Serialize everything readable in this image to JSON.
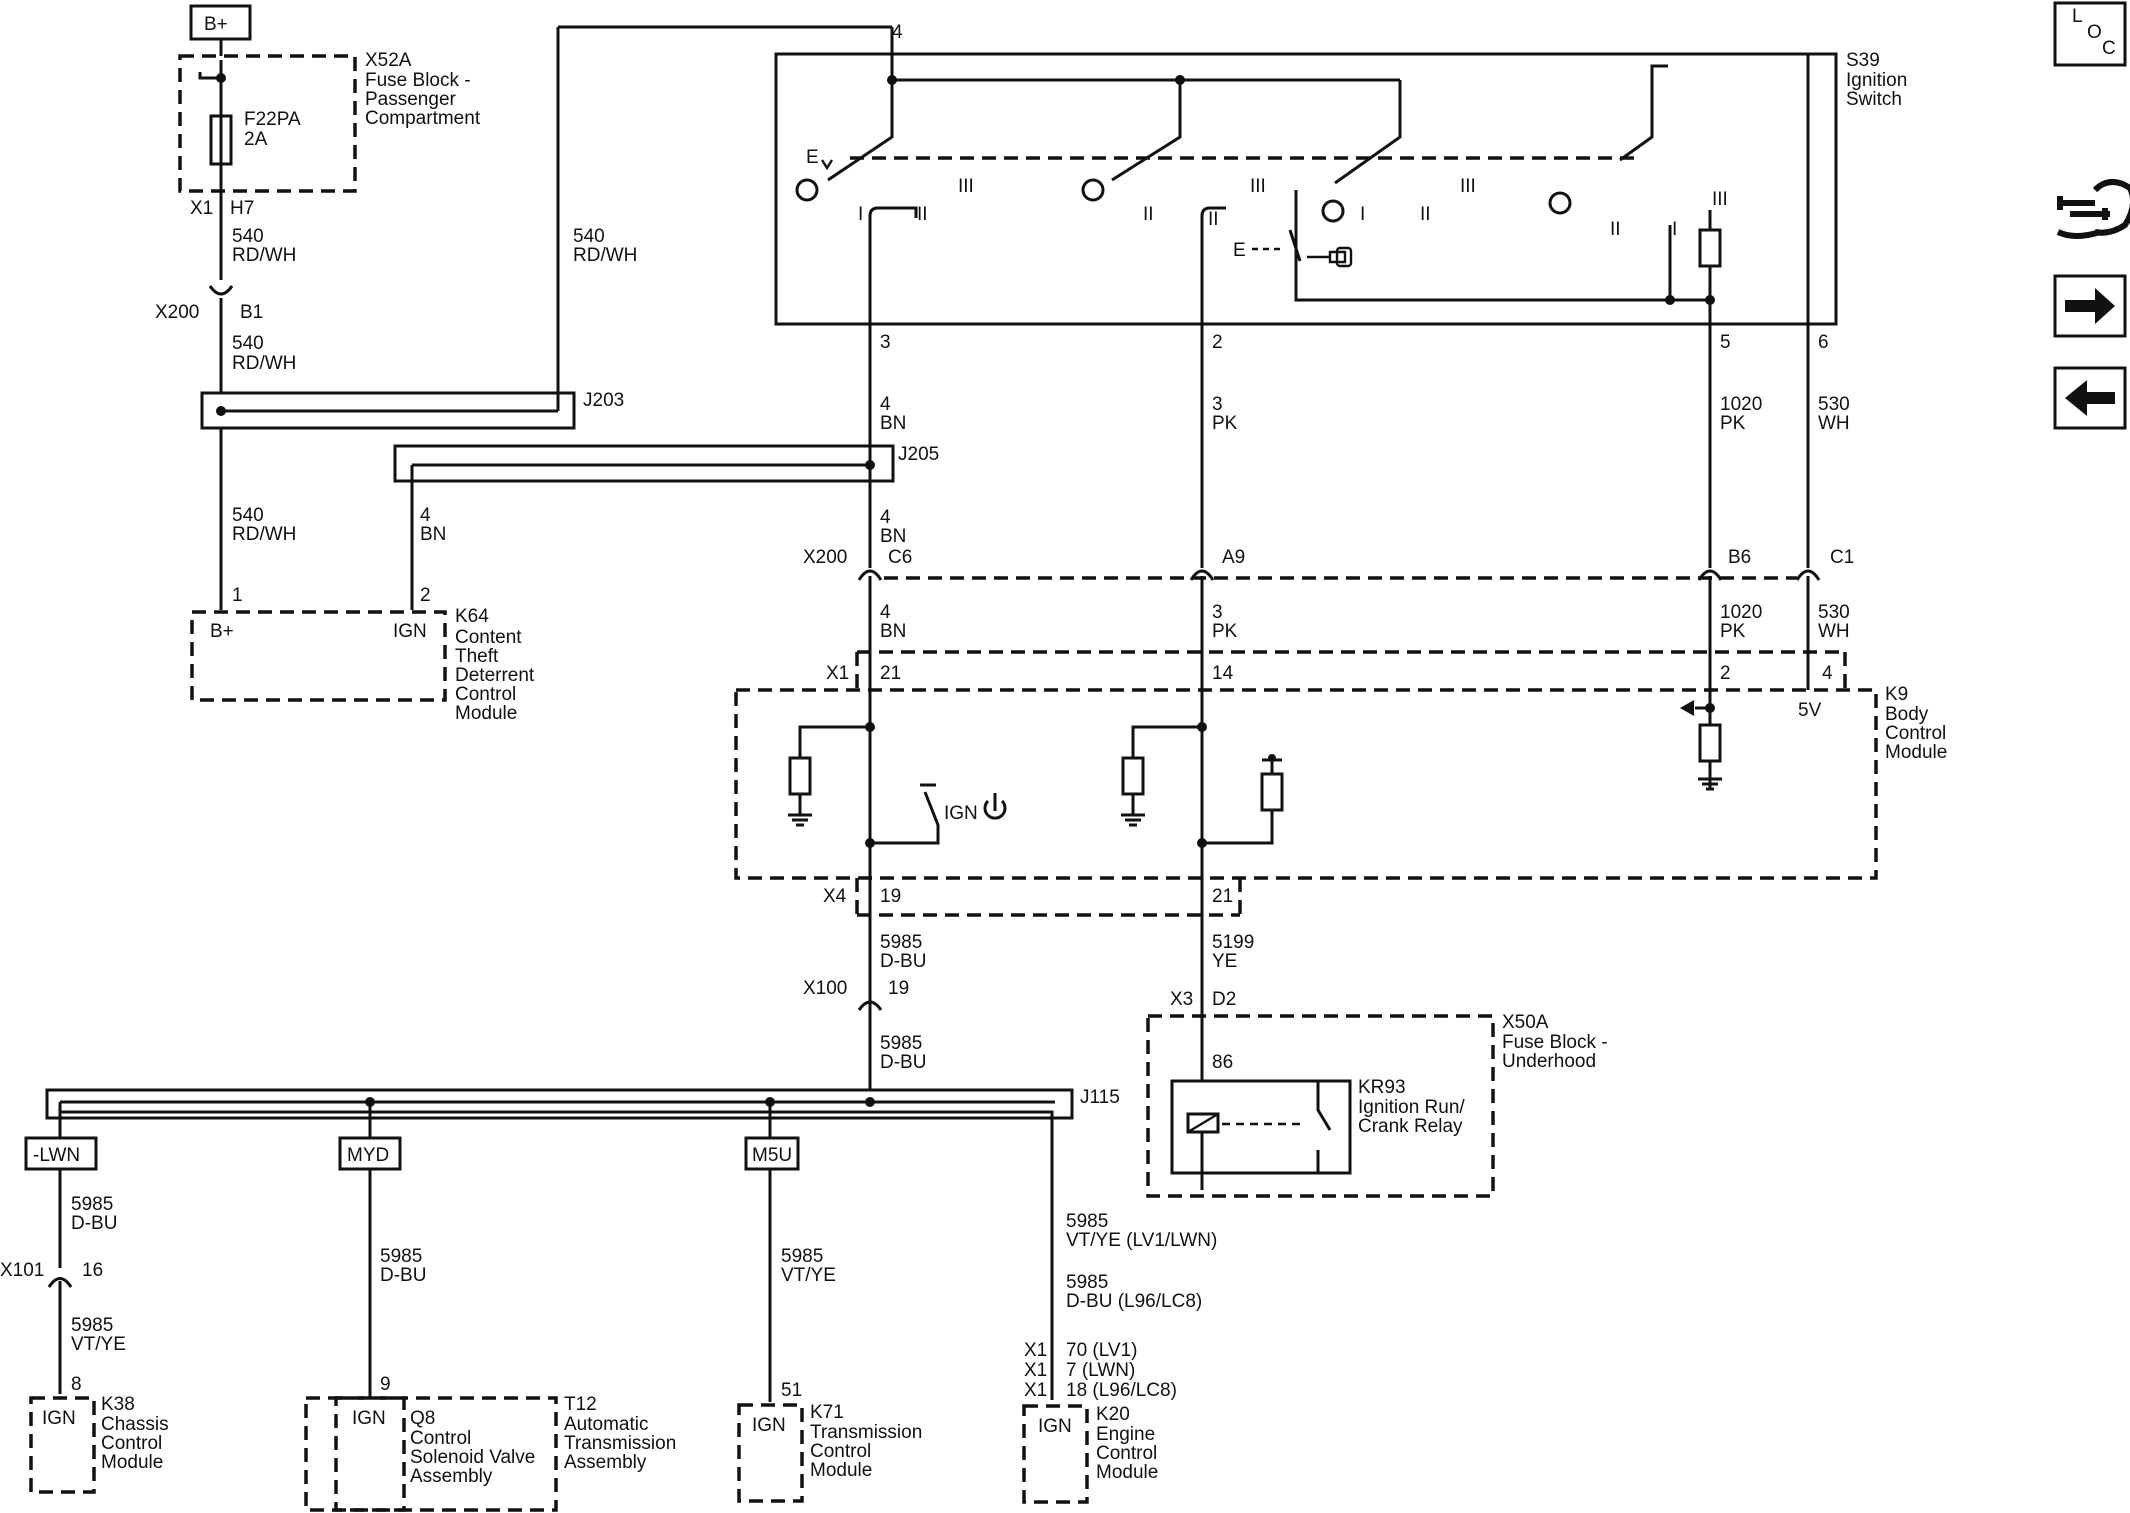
{
  "nav": {
    "loc": {
      "l": "L",
      "o": "O",
      "c": "C"
    },
    "icons": [
      "loc-icon",
      "connector-tools-icon",
      "next-arrow-icon",
      "previous-arrow-icon"
    ]
  },
  "bplus": "B+",
  "x52a": {
    "ref": "X52A",
    "desc": [
      "Fuse Block -",
      "Passenger",
      "Compartment"
    ],
    "fuse": "F22PA",
    "amp": "2A"
  },
  "s39": {
    "ref": "S39",
    "desc": [
      "Ignition",
      "Switch"
    ]
  },
  "k64": {
    "ref": "K64",
    "desc": [
      "Content",
      "Theft",
      "Deterrent",
      "Control",
      "Module"
    ],
    "pin_bplus": "B+",
    "pin_ign": "IGN"
  },
  "k9": {
    "ref": "K9",
    "desc": [
      "Body",
      "Control",
      "Module"
    ],
    "v": "5V",
    "ign": "IGN"
  },
  "x50a": {
    "ref": "X50A",
    "desc": [
      "Fuse Block -",
      "Underhood"
    ]
  },
  "kr93": {
    "ref": "KR93",
    "desc": [
      "Ignition Run/",
      "Crank Relay"
    ],
    "pin": "86"
  },
  "k38": {
    "ref": "K38",
    "desc": [
      "Chassis",
      "Control",
      "Module"
    ],
    "ign": "IGN"
  },
  "t12": {
    "ref": "T12",
    "desc": [
      "Automatic",
      "Transmission",
      "Assembly"
    ]
  },
  "q8": {
    "ref": "Q8",
    "desc": [
      "Control",
      "Solenoid Valve",
      "Assembly"
    ],
    "ign": "IGN"
  },
  "k71": {
    "ref": "K71",
    "desc": [
      "Transmission",
      "Control",
      "Module"
    ],
    "ign": "IGN"
  },
  "k20": {
    "ref": "K20",
    "desc": [
      "Engine",
      "Control",
      "Module"
    ],
    "ign": "IGN"
  },
  "options": {
    "lwn": "-LWN",
    "myd": "MYD",
    "m5u": "M5U"
  },
  "splices": {
    "j203": "J203",
    "j205": "J205",
    "j115": "J115"
  },
  "switch_marks": {
    "ev": "E",
    "e": "E",
    "p1_i": "I",
    "p1_ii": "II",
    "p1_iii": "III",
    "p2_ii": "II",
    "p2_iii": "III",
    "p3_ii": "II",
    "p3_iii": "III",
    "p4_i": "I",
    "p4_ii": "II",
    "p5_ii": "II",
    "p5_iii": "III",
    "p5_i": "I"
  },
  "labels": {
    "x1": "X1",
    "h7": "H7",
    "c540": "540",
    "rdwh": "RD/WH",
    "x200": "X200",
    "b1": "B1",
    "four": "4",
    "three": "3",
    "two": "2",
    "five": "5",
    "six": "6",
    "one": "1",
    "bn": "BN",
    "pk": "PK",
    "wh": "WH",
    "c1020": "1020",
    "c530": "530",
    "c6": "C6",
    "a9": "A9",
    "b6": "B6",
    "c1": "C1",
    "p21": "21",
    "p14": "14",
    "x4": "X4",
    "p19": "19",
    "c5985": "5985",
    "dbu": "D-BU",
    "c5199": "5199",
    "ye": "YE",
    "x100": "X100",
    "x3": "X3",
    "d2": "D2",
    "x101": "X101",
    "p16": "16",
    "vtye": "VT/YE",
    "p8": "8",
    "p9": "9",
    "p51": "51",
    "vtye_lv": "VT/YE (LV1/LWN)",
    "dbu_l96": "D-BU (L96/LC8)",
    "p70": "70 (LV1)",
    "p7": "7 (LWN)",
    "p18": "18 (L96/LC8)"
  }
}
